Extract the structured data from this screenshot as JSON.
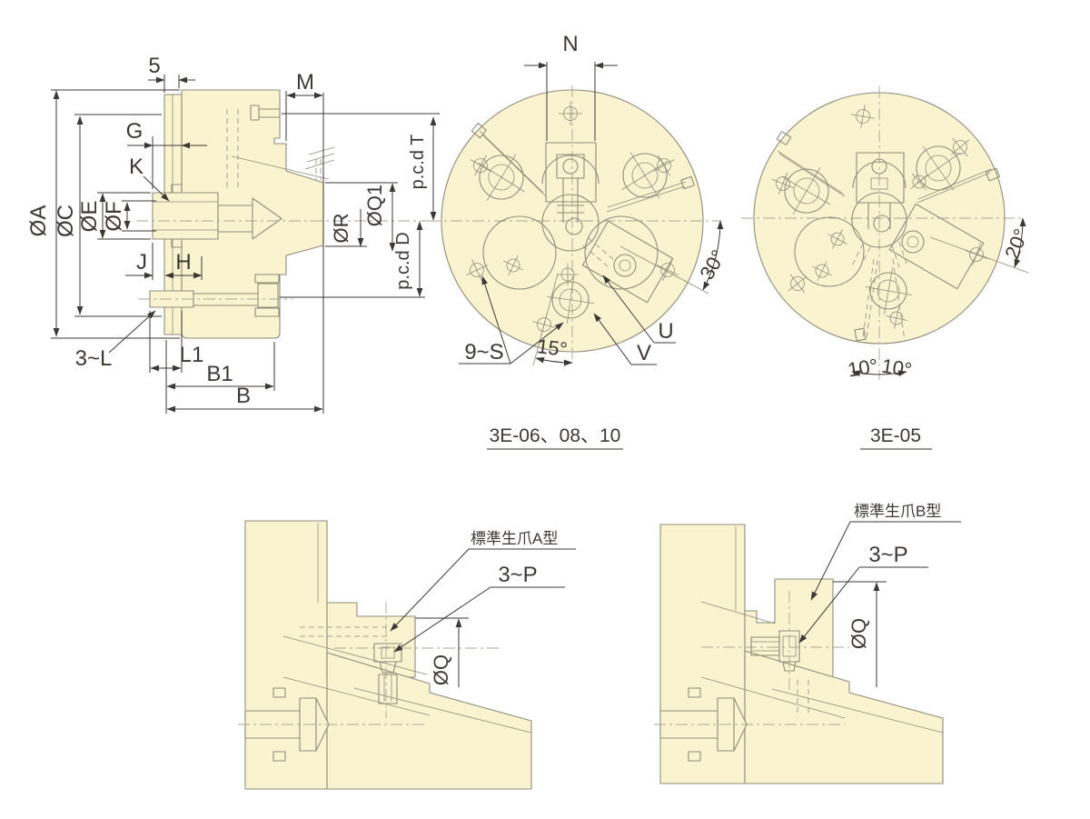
{
  "colors": {
    "paper": "#ffffff",
    "cream": "#F9F3CF",
    "outline": "#8F8D7C",
    "ink": "#3C3835",
    "center": "#A9A796",
    "caption_line": "#9C9A90"
  },
  "side_view": {
    "labels": {
      "five": "5",
      "m": "M",
      "g": "G",
      "k": "K",
      "dia_a": "ØA",
      "dia_c": "ØC",
      "dia_e": "ØE",
      "dia_f": "ØF",
      "j": "J",
      "h": "H",
      "three_l": "3~L",
      "l1": "L1",
      "b1": "B1",
      "b": "B",
      "pcd_t": "p.c.d T",
      "dia_q1": "ØQ1",
      "dia_r": "ØR",
      "pcd_d": "p.c.d D"
    }
  },
  "front_view_large": {
    "caption": "3E-06、08、10",
    "labels": {
      "n": "N",
      "deg30": "30°",
      "deg15": "15°",
      "nine_s": "9~S",
      "u": "U",
      "v": "V"
    }
  },
  "front_view_small": {
    "caption": "3E-05",
    "labels": {
      "deg20": "20°",
      "deg10a": "10°",
      "deg10b": "10°"
    }
  },
  "detail_a": {
    "labels": {
      "jaw_type": "標準生爪A型",
      "three_p": "3~P",
      "dia_q": "ØQ"
    }
  },
  "detail_b": {
    "labels": {
      "jaw_type": "標準生爪B型",
      "three_p": "3~P",
      "dia_q": "ØQ"
    }
  }
}
